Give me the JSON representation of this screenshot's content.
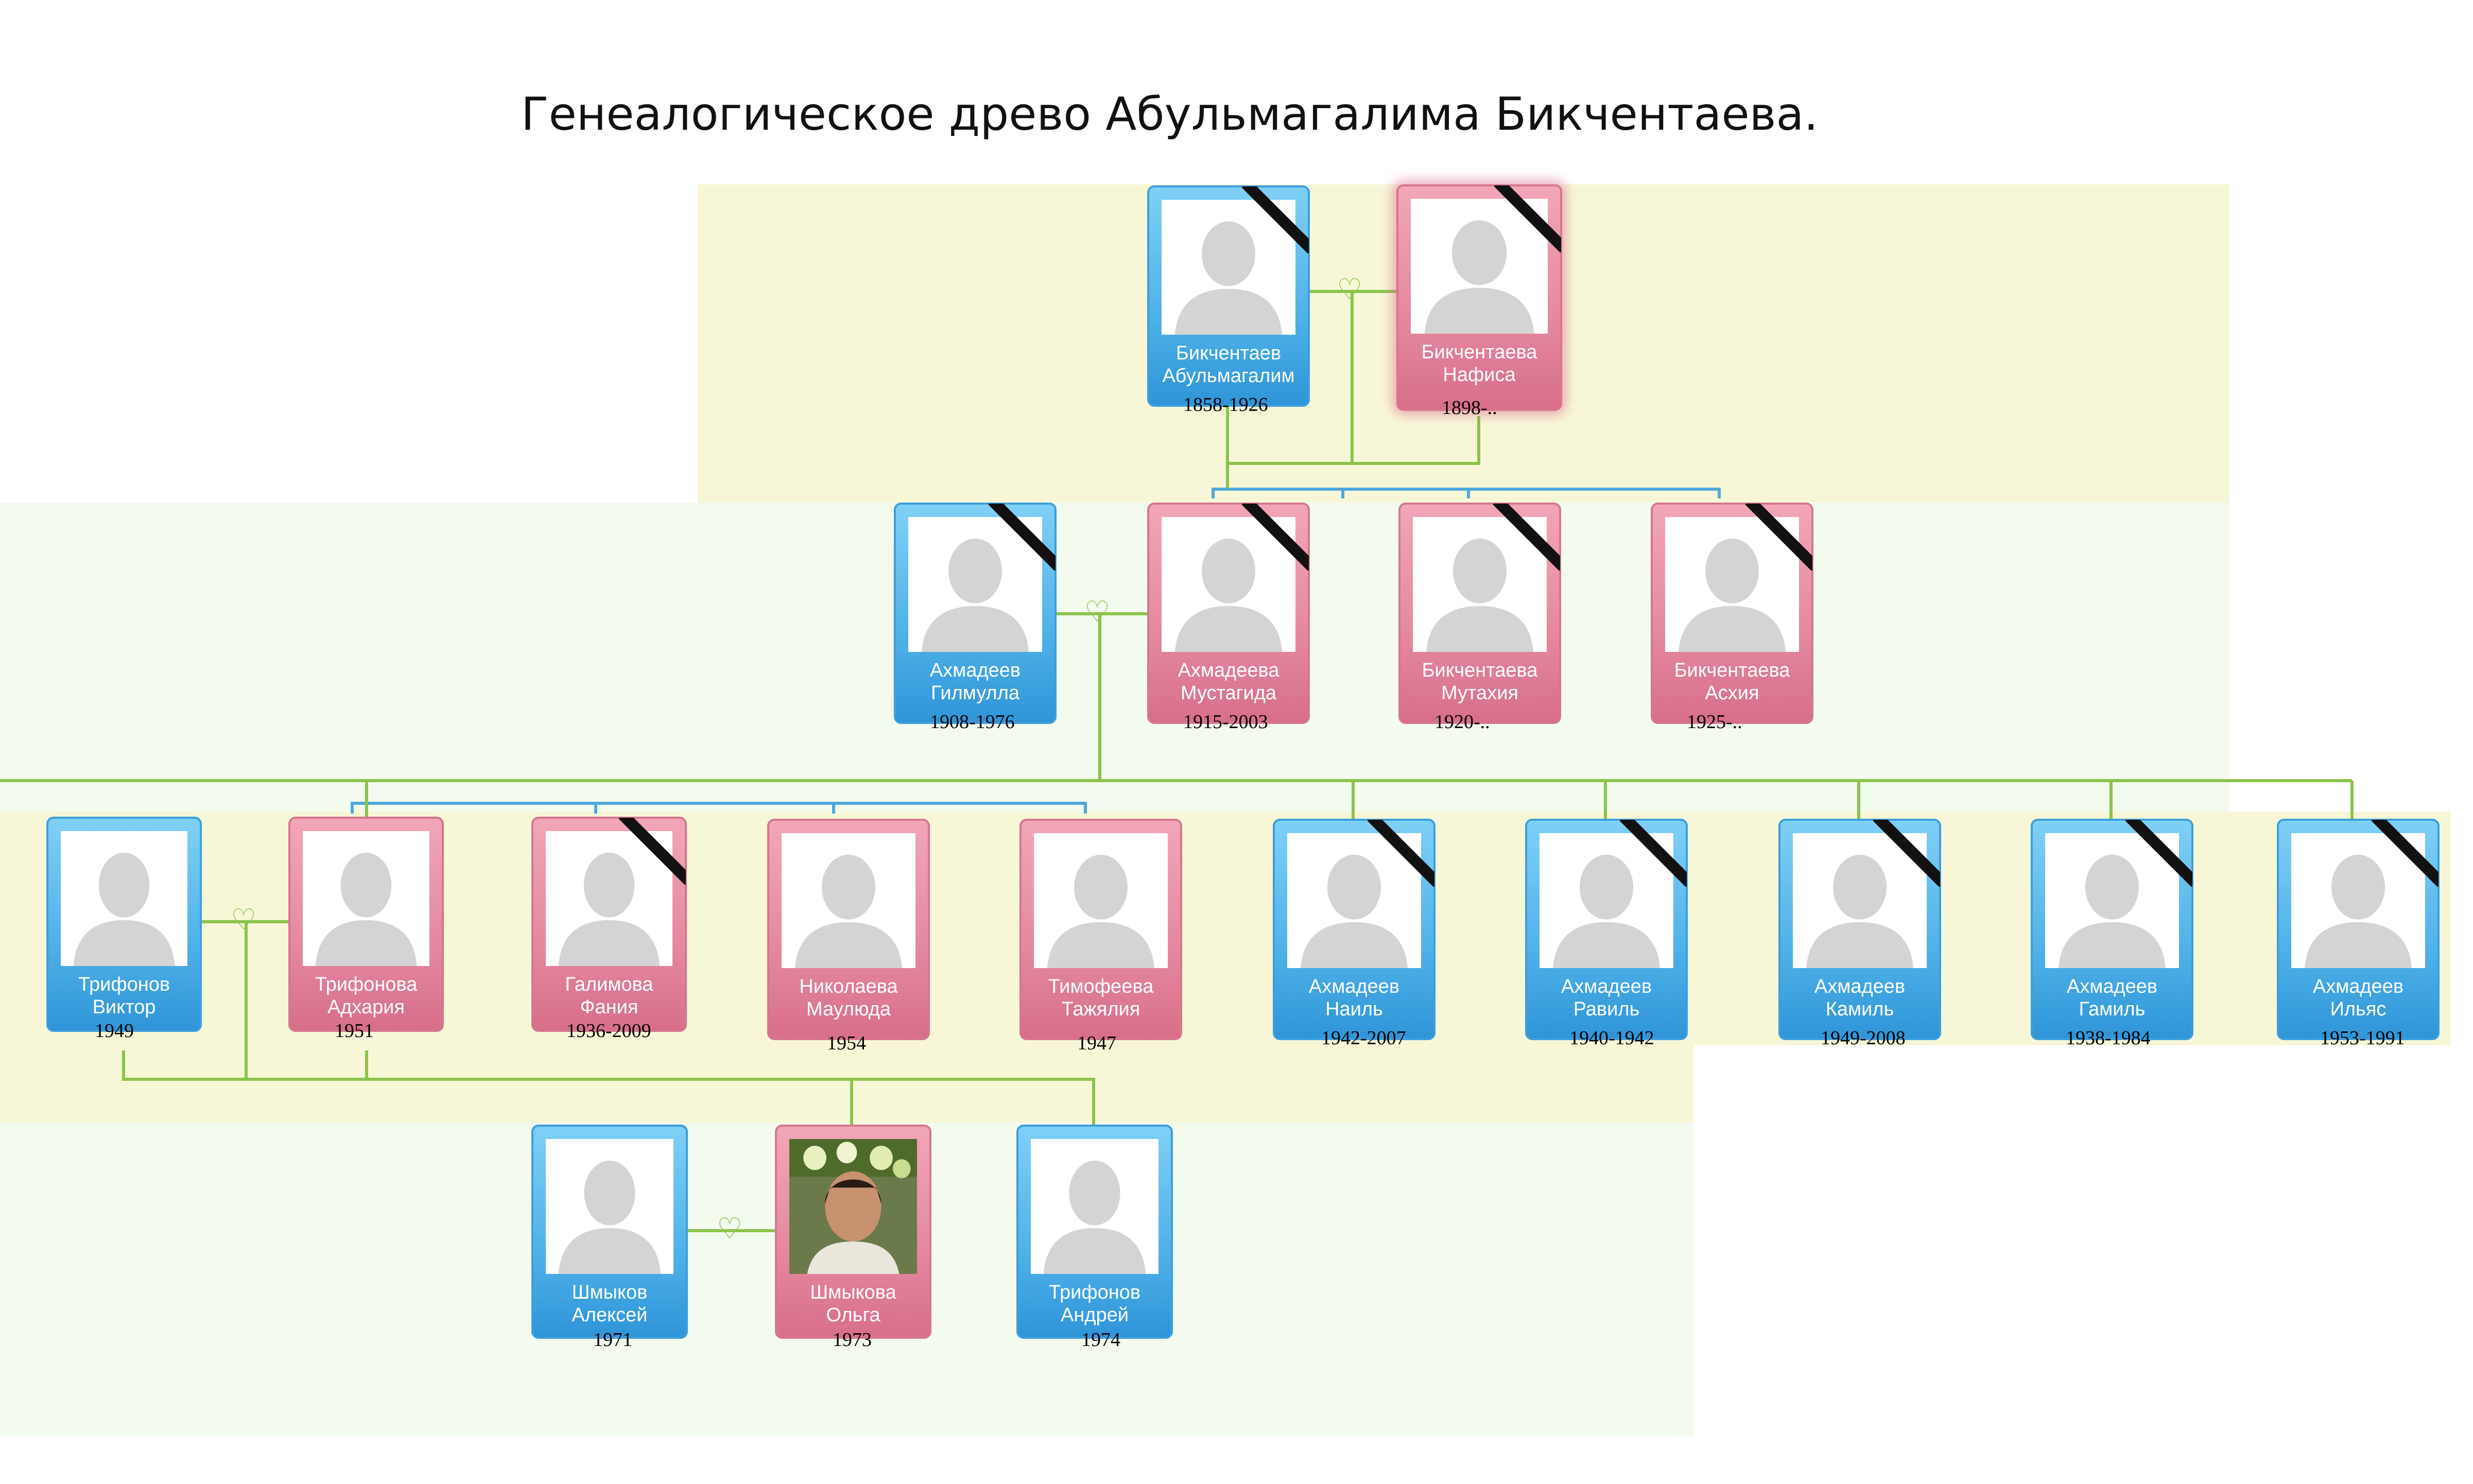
{
  "title": "Генеалогическое древо Абульмагалима Бикчентаева.",
  "colors": {
    "male": "#4fb1e8",
    "female": "#e4889f",
    "line": "#8bc34a",
    "band_yellow": "#f7f7d8",
    "band_green": "#f3fbee"
  },
  "persons": [
    {
      "id": "p1",
      "line1": "Бикчентаев",
      "line2": "Абульмагалим",
      "dates": "1858-1926",
      "gender": "male",
      "deceased": true
    },
    {
      "id": "p2",
      "line1": "Бикчентаева",
      "line2": "Нафиса",
      "dates": "1898-..",
      "gender": "female",
      "deceased": true
    },
    {
      "id": "p3",
      "line1": "Ахмадеев",
      "line2": "Гилмулла",
      "dates": "1908-1976",
      "gender": "male",
      "deceased": true
    },
    {
      "id": "p4",
      "line1": "Ахмадеева",
      "line2": "Мустагида",
      "dates": "1915-2003",
      "gender": "female",
      "deceased": true
    },
    {
      "id": "p5",
      "line1": "Бикчентаева",
      "line2": "Мутахия",
      "dates": "1920-..",
      "gender": "female",
      "deceased": true
    },
    {
      "id": "p6",
      "line1": "Бикчентаева",
      "line2": "Асхия",
      "dates": "1925-..",
      "gender": "female",
      "deceased": true
    },
    {
      "id": "p7",
      "line1": "Трифонов",
      "line2": "Виктор",
      "dates": "1949",
      "gender": "male",
      "deceased": false
    },
    {
      "id": "p8",
      "line1": "Трифонова",
      "line2": "Адхария",
      "dates": "1951",
      "gender": "female",
      "deceased": false
    },
    {
      "id": "p9",
      "line1": "Галимова",
      "line2": "Фания",
      "dates": "1936-2009",
      "gender": "female",
      "deceased": true
    },
    {
      "id": "p10",
      "line1": "Николаева",
      "line2": "Маулюда",
      "dates": "1954",
      "gender": "female",
      "deceased": false
    },
    {
      "id": "p11",
      "line1": "Тимофеева",
      "line2": "Тажялия",
      "dates": "1947",
      "gender": "female",
      "deceased": false
    },
    {
      "id": "p12",
      "line1": "Ахмадеев",
      "line2": "Наиль",
      "dates": "1942-2007",
      "gender": "male",
      "deceased": true
    },
    {
      "id": "p13",
      "line1": "Ахмадеев",
      "line2": "Равиль",
      "dates": "1940-1942",
      "gender": "male",
      "deceased": true
    },
    {
      "id": "p14",
      "line1": "Ахмадеев",
      "line2": "Камиль",
      "dates": "1949-2008",
      "gender": "male",
      "deceased": true
    },
    {
      "id": "p15",
      "line1": "Ахмадеев",
      "line2": "Гамиль",
      "dates": "1938-1984",
      "gender": "male",
      "deceased": true
    },
    {
      "id": "p16",
      "line1": "Ахмадеев",
      "line2": "Ильяс",
      "dates": "1953-1991",
      "gender": "male",
      "deceased": true
    },
    {
      "id": "p17",
      "line1": "Шмыков",
      "line2": "Алексей",
      "dates": "1971",
      "gender": "male",
      "deceased": false
    },
    {
      "id": "p18",
      "line1": "Шмыкова",
      "line2": "Ольга",
      "dates": "1973",
      "gender": "female",
      "deceased": false,
      "photo": "portrait-photo"
    },
    {
      "id": "p19",
      "line1": "Трифонов",
      "line2": "Андрей",
      "dates": "1974",
      "gender": "male",
      "deceased": false
    }
  ]
}
